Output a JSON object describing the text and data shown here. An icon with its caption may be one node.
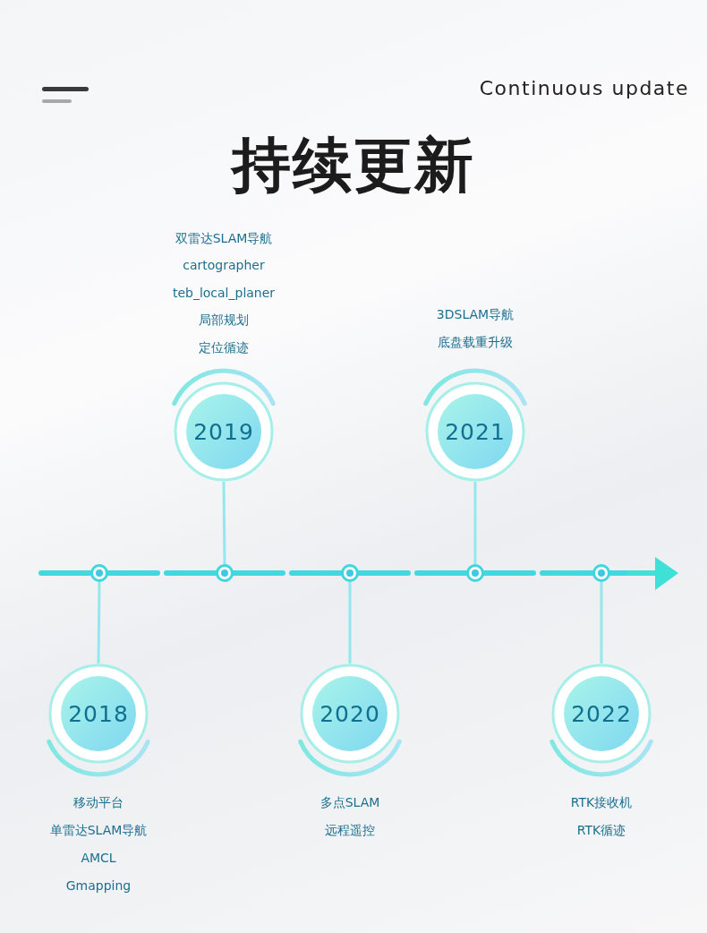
{
  "diagram": {
    "title": "持续更新",
    "nodes": [
      {
        "text": [
          "2018"
        ],
        "beside": [
          "移动平台",
          "单雷达SLAM导航",
          "AMCL",
          "Gmapping"
        ]
      },
      {
        "text": [
          "2019"
        ],
        "beside": [
          "双雷达SLAM导航",
          "cartographer",
          "teb_local_planer",
          "局部规划",
          "定位循迹"
        ]
      },
      {
        "text": [
          "2020"
        ],
        "beside": [
          "多点SLAM",
          "远程遥控"
        ]
      },
      {
        "text": [
          "2021"
        ],
        "beside": [
          "3DSLAM导航",
          "底盘载重升级"
        ]
      },
      {
        "text": [
          "2022"
        ],
        "beside": [
          "RTK接收机",
          "RTK循迹"
        ]
      },
      {
        "text": [],
        "shape": "circle"
      },
      {
        "text": [],
        "shape": "circle"
      },
      {
        "text": [],
        "shape": "circle"
      },
      {
        "text": [],
        "shape": "circle"
      },
      {
        "text": [],
        "shape": "circle"
      }
    ],
    "edges": [
      {
        "from": 0,
        "to": 5,
        "arrow": "none"
      },
      {
        "from": 1,
        "to": 6,
        "arrow": "none"
      },
      {
        "from": 2,
        "to": 7,
        "arrow": "none"
      },
      {
        "from": 3,
        "to": 8,
        "arrow": "none"
      },
      {
        "from": 4,
        "to": 9,
        "arrow": "none"
      }
    ],
    "labels": [
      "Continuous update"
    ]
  }
}
